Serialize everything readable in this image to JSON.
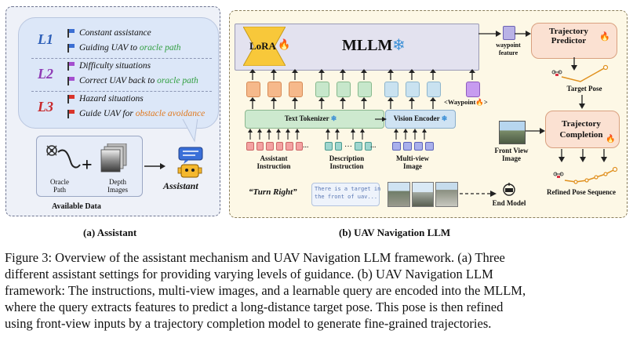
{
  "panel_a": {
    "levels": [
      {
        "id": "L1",
        "color": "#2d5fb8",
        "items": [
          {
            "text": "Constant assistance",
            "flag": "blue"
          },
          {
            "text": "Guiding UAV to ",
            "highlight": "oracle path",
            "hl_class": "green",
            "flag": "blue"
          }
        ]
      },
      {
        "id": "L2",
        "color": "#8f3bb5",
        "items": [
          {
            "text": "Difficulty situations",
            "flag": "purple"
          },
          {
            "text": "Correct UAV back to ",
            "highlight": "oracle path",
            "hl_class": "green",
            "flag": "purple"
          }
        ]
      },
      {
        "id": "L3",
        "color": "#c8282b",
        "items": [
          {
            "text": "Hazard situations",
            "flag": "red"
          },
          {
            "text": "Guide UAV for ",
            "highlight": "obstacle avoidance",
            "hl_class": "orange",
            "flag": "red"
          }
        ]
      }
    ],
    "oracle_path": "Oracle\nPath",
    "depth_images": "Depth\nImages",
    "assistant": "Assistant",
    "available_data": "Available Data",
    "plus": "+"
  },
  "panel_b": {
    "lora": "LoRA",
    "mllm": "MLLM",
    "waypoint_feature": "waypoint\nfeature",
    "trajectory_predictor": "Trajectory\nPredictor",
    "target_pose": "Target Pose",
    "trajectory_completion": "Trajectory\nCompletion",
    "front_view_image": "Front View\nImage",
    "refined_pose_sequence": "Refined Pose Sequence",
    "waypoint_token": "<Waypoint",
    "text_tokenizer": "Text Tokenizer",
    "vision_encoder": "Vision Encoder",
    "assistant_instruction": "Assistant\nInstruction",
    "description_instruction": "Description\nInstruction",
    "multi_view_image": "Multi-view\nImage",
    "turn_right": "“Turn Right”",
    "description_text": "There is a target in\nthe front of uav...",
    "end_model": "End Model",
    "ellipsis": "..."
  },
  "subcaptions": {
    "a": "(a) Assistant",
    "b": "(b) UAV Navigation LLM"
  },
  "caption": "Figure 3: Overview of the assistant mechanism and UAV Navigation LLM framework. (a) Three different assistant settings for providing varying levels of guidance. (b) UAV Navigation LLM framework: The instructions, multi-view images, and a learnable query are encoded into the MLLM, where the query extracts features to predict a long-distance target pose. This pose is then refined using front-view inputs by a trajectory completion model to generate fine-grained trajectories.",
  "caption_lines": [
    "Figure 3: Overview of the assistant mechanism and UAV Navigation LLM framework. (a) Three",
    "different assistant settings for providing varying levels of guidance. (b) UAV Navigation LLM",
    "framework: The instructions, multi-view images, and a learnable query are encoded into the MLLM,",
    "where the query extracts features to predict a long-distance target pose. This pose is then refined",
    "using front-view inputs by a trajectory completion model to generate fine-grained trajectories."
  ],
  "colors": {
    "panel_a_bg": "#eef1f8",
    "panel_b_bg": "#fdf8e6",
    "green_highlight": "#2f9e3e",
    "orange_highlight": "#e0781d",
    "trajectory_box": "#fbe1d2"
  }
}
